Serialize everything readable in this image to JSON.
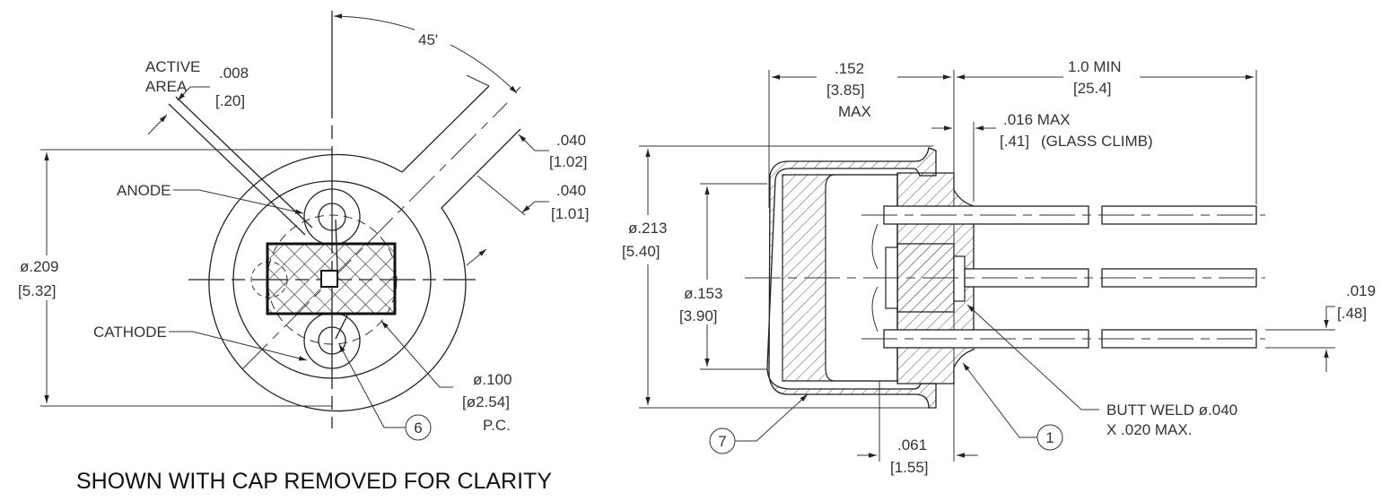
{
  "left_view": {
    "angle": "45'",
    "active_area_label": [
      "ACTIVE",
      "AREA"
    ],
    "active_area_dim": [
      ".008",
      "[.20]"
    ],
    "tab_dim_1": [
      ".040",
      "[1.02]"
    ],
    "tab_dim_2": [
      ".040",
      "[1.01]"
    ],
    "anode": "ANODE",
    "cathode": "CATHODE",
    "outer_dia": [
      "ø.209",
      "[5.32]"
    ],
    "pitch_circle": [
      "ø.100",
      "[ø2.54]",
      "P.C."
    ],
    "balloon": "6",
    "caption": "SHOWN WITH CAP REMOVED FOR CLARITY"
  },
  "right_view": {
    "cap_length": [
      ".152",
      "[3.85]",
      "MAX"
    ],
    "lead_length": [
      "1.0 MIN",
      "[25.4]"
    ],
    "glass_climb": [
      ".016 MAX",
      "[.41]",
      "(GLASS CLIMB)"
    ],
    "cap_dia": [
      "ø.213",
      "[5.40]"
    ],
    "window_dia": [
      "ø.153",
      "[3.90]"
    ],
    "lead_dia": [
      ".019",
      "[.48]"
    ],
    "header_thickness": [
      ".061",
      "[1.55]"
    ],
    "butt_weld": [
      "BUTT WELD ø.040",
      "X .020 MAX."
    ],
    "balloon_1": "1",
    "balloon_7": "7"
  }
}
